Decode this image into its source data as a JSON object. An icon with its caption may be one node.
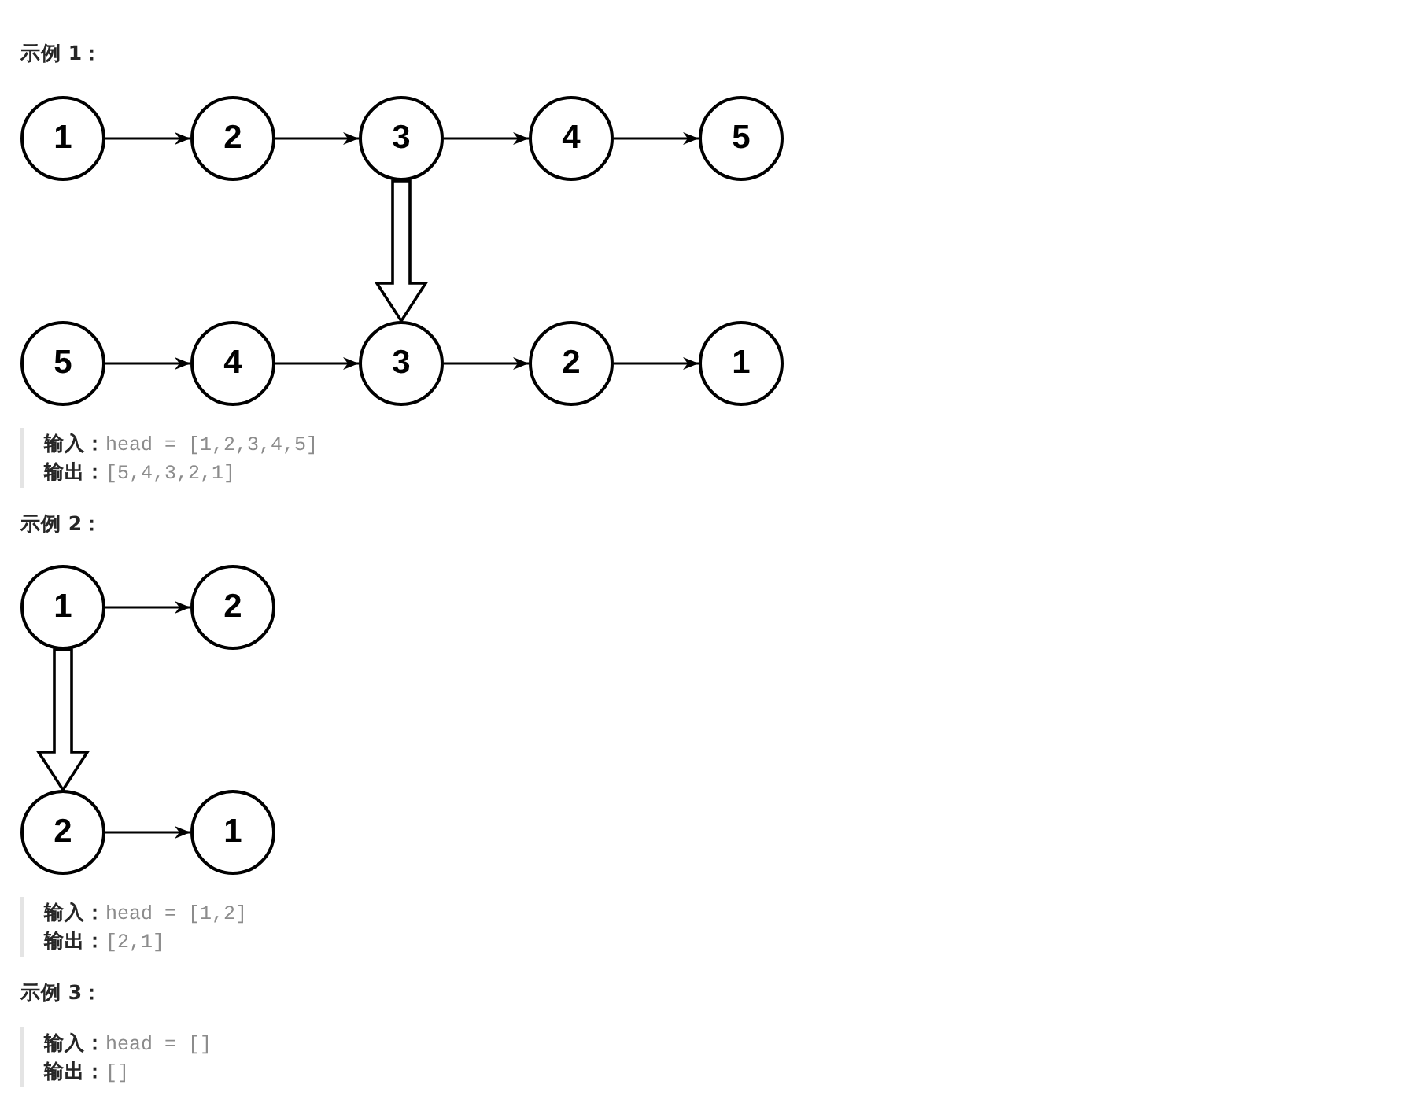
{
  "diagram": {
    "nodes": [
      {
        "text": [
          "1"
        ]
      },
      {
        "text": [
          "2"
        ]
      },
      {
        "text": [
          "3"
        ]
      },
      {
        "text": [
          "4"
        ]
      },
      {
        "text": [
          "5"
        ]
      },
      {
        "text": [
          "5"
        ]
      },
      {
        "text": [
          "4"
        ]
      },
      {
        "text": [
          "3"
        ]
      },
      {
        "text": [
          "2"
        ]
      },
      {
        "text": [
          "1"
        ]
      },
      {
        "text": [
          "1"
        ]
      },
      {
        "text": [
          "2"
        ]
      },
      {
        "text": [
          "2"
        ]
      },
      {
        "text": [
          "1"
        ]
      }
    ],
    "edges": [
      {
        "from": 0,
        "to": 1,
        "arrow": "to"
      },
      {
        "from": 1,
        "to": 2,
        "arrow": "to"
      },
      {
        "from": 2,
        "to": 3,
        "arrow": "to"
      },
      {
        "from": 3,
        "to": 4,
        "arrow": "to"
      },
      {
        "from": 2,
        "to": 7,
        "arrow": "to",
        "style": "thick"
      },
      {
        "from": 5,
        "to": 6,
        "arrow": "to"
      },
      {
        "from": 6,
        "to": 7,
        "arrow": "to"
      },
      {
        "from": 7,
        "to": 8,
        "arrow": "to"
      },
      {
        "from": 8,
        "to": 9,
        "arrow": "to"
      },
      {
        "from": 10,
        "to": 11,
        "arrow": "to"
      },
      {
        "from": 10,
        "to": 12,
        "arrow": "to",
        "style": "thick"
      },
      {
        "from": 12,
        "to": 13,
        "arrow": "to"
      }
    ],
    "labels": [
      "示例 1：",
      "**输入：**head = [1,2,3,4,5]",
      "**输出：**[5,4,3,2,1]",
      "示例 2：",
      "**输入：**head = [1,2]",
      "**输出：**[2,1]",
      "示例 3：",
      "**输入：**head = []",
      "**输出：**[]"
    ]
  }
}
